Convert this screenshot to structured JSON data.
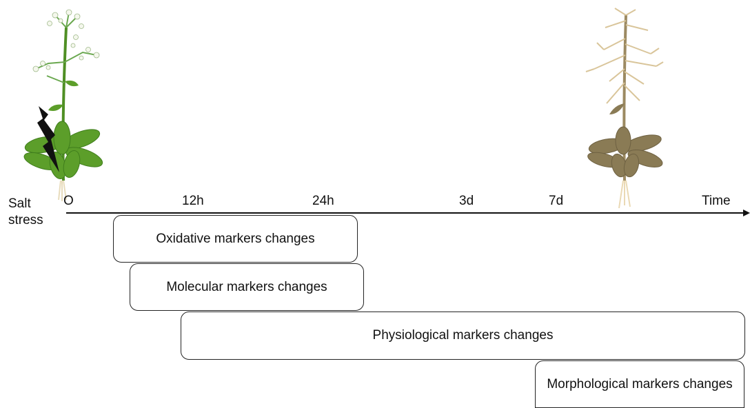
{
  "stress": {
    "line1": "Salt",
    "line2": "stress"
  },
  "timeline": {
    "ticks": [
      "O",
      "12h",
      "24h",
      "3d",
      "7d"
    ],
    "end_label": "Time"
  },
  "phases": [
    {
      "label": "Oxidative markers changes"
    },
    {
      "label": "Molecular markers changes"
    },
    {
      "label": "Physiological markers changes"
    },
    {
      "label": "Morphological markers changes"
    }
  ],
  "colors": {
    "healthy_leaf": "#5c9e2a",
    "healthy_stem": "#4f8f24",
    "flower": "#f4f7ec",
    "dead_leaf": "#8a7b55",
    "dead_stem": "#9c8a62",
    "dead_branch": "#d9c59a",
    "bolt": "#111111",
    "axis": "#111111"
  }
}
